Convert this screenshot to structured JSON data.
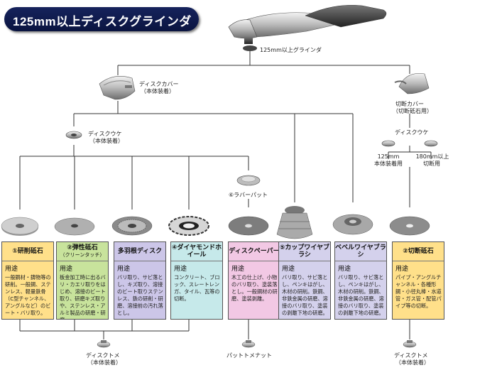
{
  "title": "125mm以上ディスクグラインダ",
  "nodes": {
    "grinder": "125mm以上グラインダ",
    "disc_cover": "ディスクカバー",
    "disc_cover_sub": "（本体装着）",
    "cut_cover": "切断カバー",
    "cut_cover_sub": "（切断砥石用）",
    "disc_ukete_left": "ディスクウケ",
    "disc_ukete_left_sub": "（本体装着）",
    "disc_ukete_right": "ディスクウケ",
    "ukete_125_line1": "125mm",
    "ukete_125_line2": "本体装着用",
    "ukete_180_line1": "180mm以上",
    "ukete_180_line2": "切断用",
    "rubber_pad": "⑥ラバーパット",
    "disc_tome_left": "ディスクトメ",
    "disc_tome_left_sub": "（本体装着）",
    "pad_tome_nut": "パットトメナット",
    "disc_tome_right": "ディスクトメ",
    "disc_tome_right_sub": "（本体装着）"
  },
  "yoto_label": "用途",
  "tools": [
    {
      "title": "①研削砥石",
      "sub": "",
      "color": "#ffe08a",
      "desc": "一般鋼材・鋳物等の研削。一般鋼、ステンレス、軽量鉄骨（C型チャンネル、アングルなど）のビート・バリ取り。"
    },
    {
      "title": "②弾性砥石",
      "sub": "（クリーンタッチ）",
      "color": "#c8e39c",
      "desc": "板金加工時に出るバリ・カエリ取りをはじめ、溶接のビート取り、研磨キズ取りや、ステンレス・アルミ製品の研磨・研磨。"
    },
    {
      "title": "多羽根ディスク",
      "sub": "",
      "color": "#ccc6e8",
      "desc": "バリ取り、サビ落とし、キズ取り、溶接のビート取りステンレス、鉄の研削・研磨、溶接前の汚れ落とし。"
    },
    {
      "title": "④ダイヤモンドホイール",
      "sub": "",
      "color": "#c6e9ea",
      "desc": "コンクリート、ブロック、スレートレンガ、タイル、瓦等の切断。"
    },
    {
      "title": "ディスクペーパー",
      "sub": "",
      "color": "#f2c8e4",
      "desc": "木工の仕上げ、小物のバリ取り、塗装落とし。一般鋼材の研磨、塗装剥離。"
    },
    {
      "title": "⑤カップワイヤブラシ",
      "sub": "",
      "color": "#d4d1ec",
      "desc": "バリ取り、サビ落とし、ペンキはがし、木材の研削。鉄鋼、非鉄金属の研磨、溶接のバリ取り、塗装の剥離下地の研磨。"
    },
    {
      "title": "ベベルワイヤブラシ",
      "sub": "",
      "color": "#d4d1ec",
      "desc": "バリ取り、サビ落とし、ペンキはがし、木材の研削。鉄鋼、非鉄金属の研磨、溶接のバリ取り、塗装の剥離下地の研磨。"
    },
    {
      "title": "②切断砥石",
      "sub": "",
      "color": "#ffe08a",
      "desc": "パイプ・アングルチャンネル・各種形鋼・小径丸棒・水道管・ガス管・配管パイプ等の切断。"
    }
  ],
  "icons": [
    "grinder-icon",
    "disc-cover-icon",
    "cut-cover-icon",
    "disc-washer-icon",
    "rubber-pad-icon",
    "grinding-wheel-icon",
    "flap-disc-icon",
    "diamond-wheel-icon",
    "sanding-disc-icon",
    "cup-wire-brush-icon",
    "bevel-wire-brush-icon",
    "cut-off-wheel-icon",
    "lock-nut-icon"
  ]
}
